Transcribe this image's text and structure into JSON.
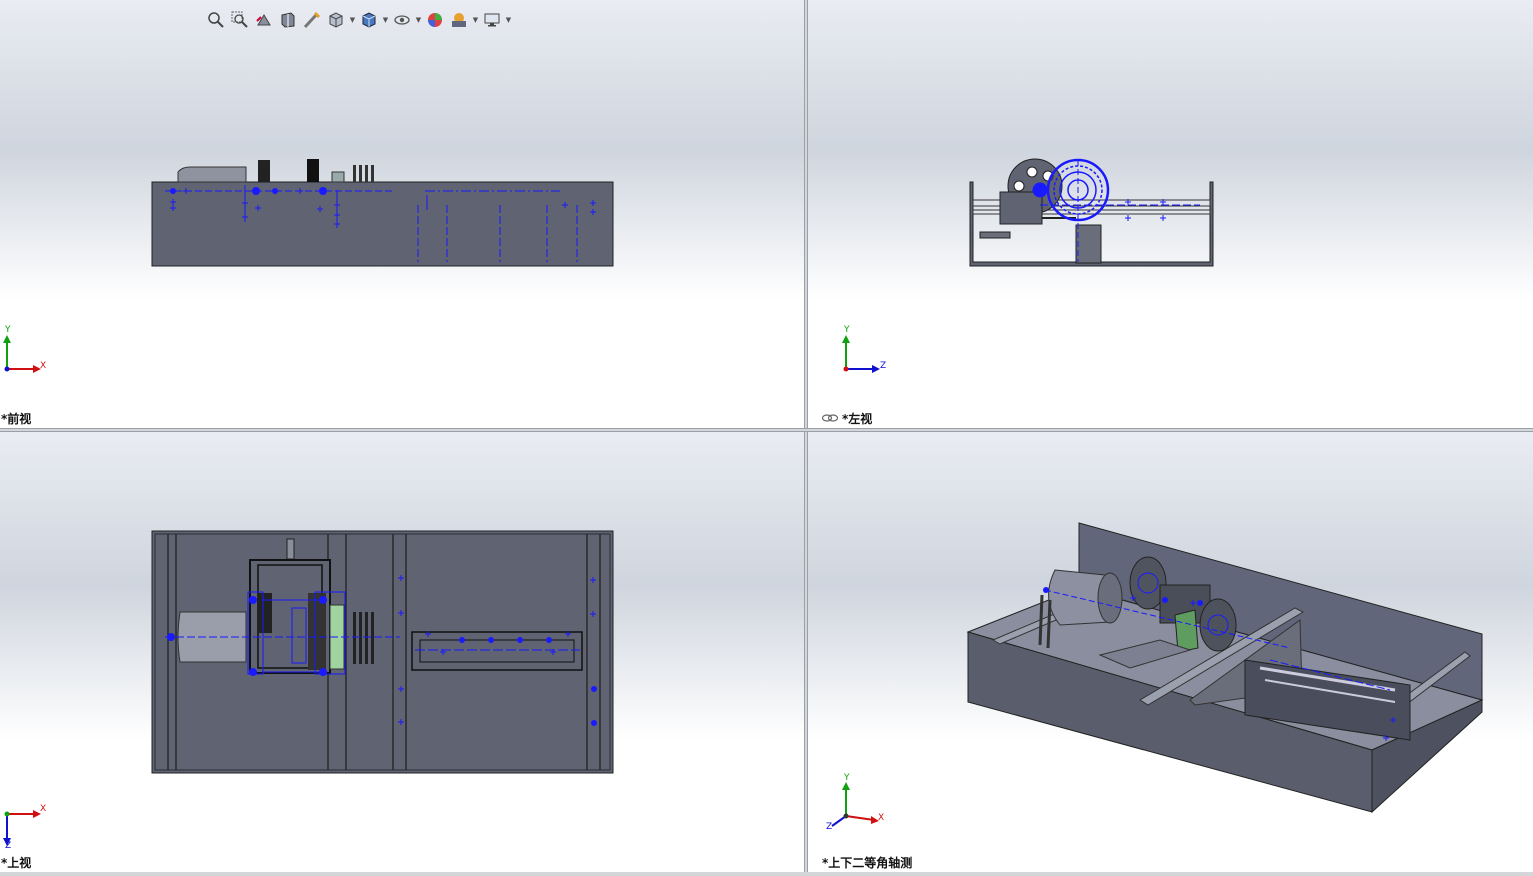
{
  "views": {
    "front": {
      "label": "*前视",
      "triad": {
        "up": "Y",
        "right": "X"
      }
    },
    "left": {
      "label": "*左视",
      "triad": {
        "up": "Y",
        "right": "Z"
      }
    },
    "top": {
      "label": "*上视",
      "triad": {
        "up": "Z",
        "right": "X"
      }
    },
    "iso": {
      "label": "*上下二等角轴测",
      "triad": {
        "up": "Y",
        "right": "X",
        "diag": "Z"
      }
    }
  },
  "hud_toolbar": {
    "icons": [
      "zoom-to-fit-icon",
      "zoom-to-area-icon",
      "previous-view-icon",
      "section-view-icon",
      "dynamic-annotation-icon",
      "view-orientation-icon",
      "display-style-icon",
      "hide-show-items-icon",
      "edit-appearance-icon",
      "apply-scene-icon",
      "view-settings-icon"
    ]
  },
  "colors": {
    "model_gray": "#5f6372",
    "sketch_blue": "#1a1aff",
    "triad_red": "#d01010",
    "triad_green": "#10a010",
    "triad_blue": "#1010d0"
  }
}
